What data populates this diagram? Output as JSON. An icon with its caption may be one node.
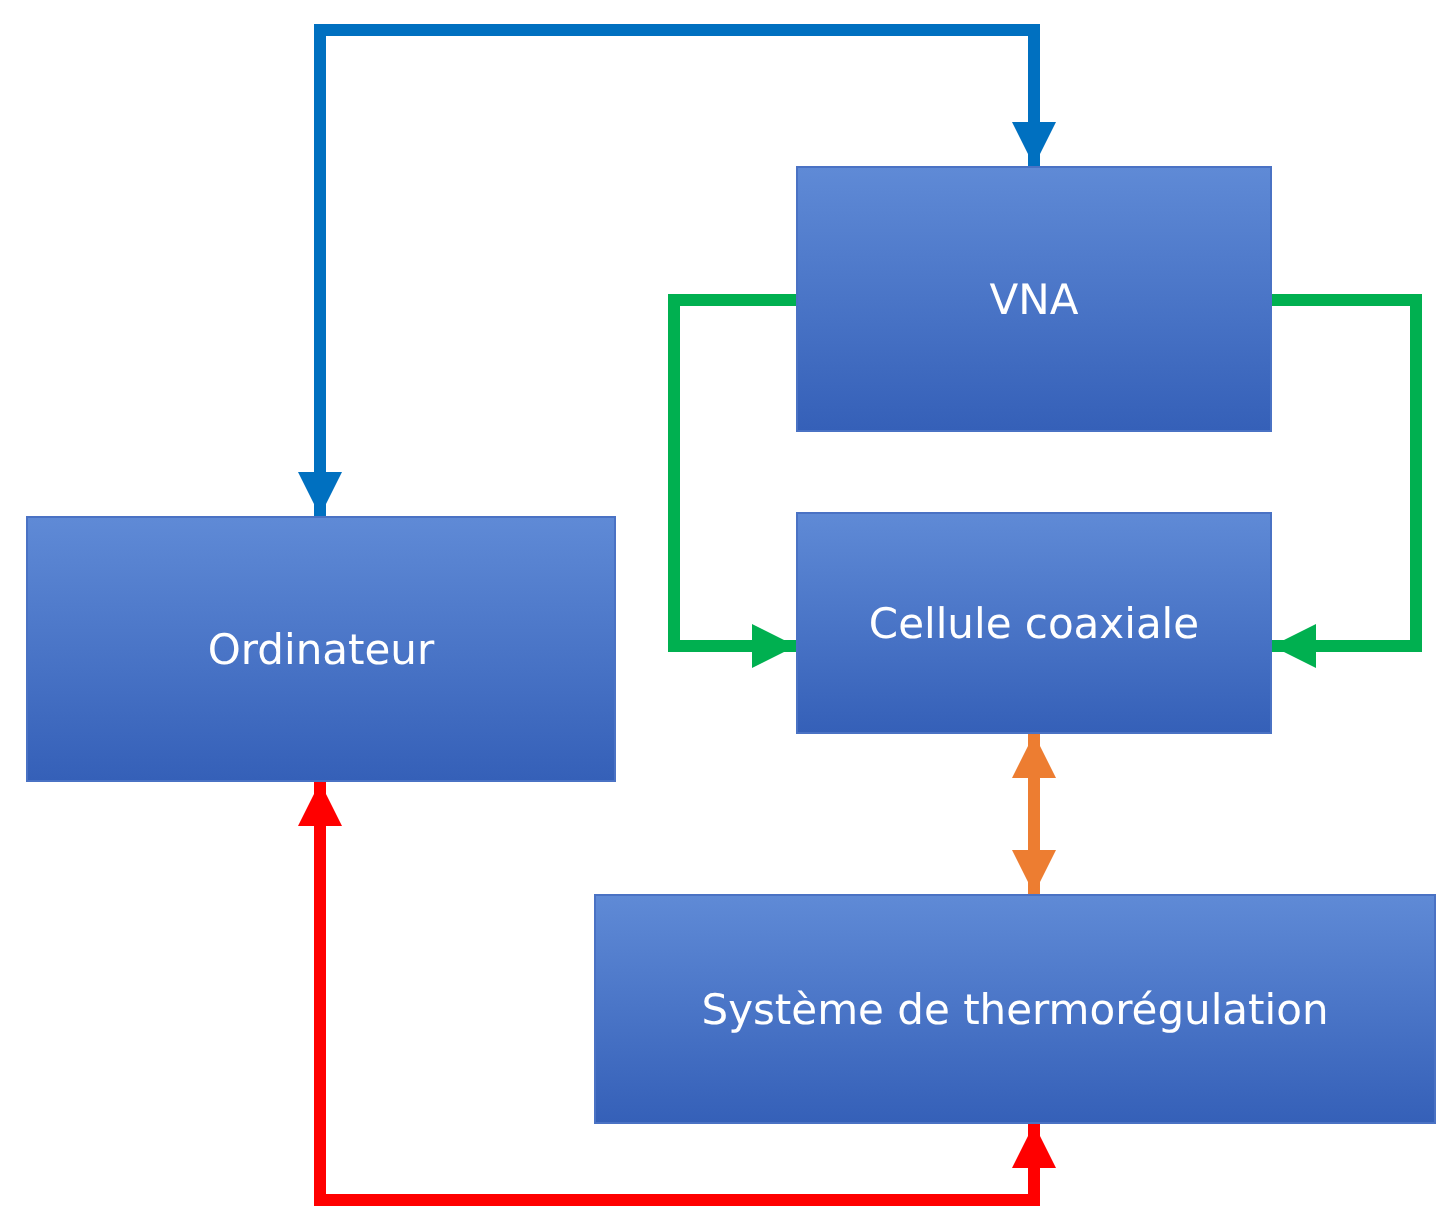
{
  "diagram": {
    "nodes": [
      {
        "text": [
          "VNA"
        ]
      },
      {
        "text": [
          "Ordinateur"
        ]
      },
      {
        "text": [
          "Cellule coaxiale"
        ]
      },
      {
        "text": [
          "Système de thermorégulation"
        ]
      }
    ],
    "edges": [
      {
        "from": 1,
        "to": 0,
        "arrow": "both",
        "color": "#0070c0"
      },
      {
        "from": 0,
        "to": 2,
        "arrow": "to"
      },
      {
        "from": 0,
        "to": 2,
        "arrow": "to"
      },
      {
        "from": 2,
        "to": 3,
        "arrow": "both",
        "color": "#ed7d31"
      },
      {
        "from": 1,
        "to": 3,
        "arrow": "both",
        "color": "#ff0000"
      }
    ]
  }
}
